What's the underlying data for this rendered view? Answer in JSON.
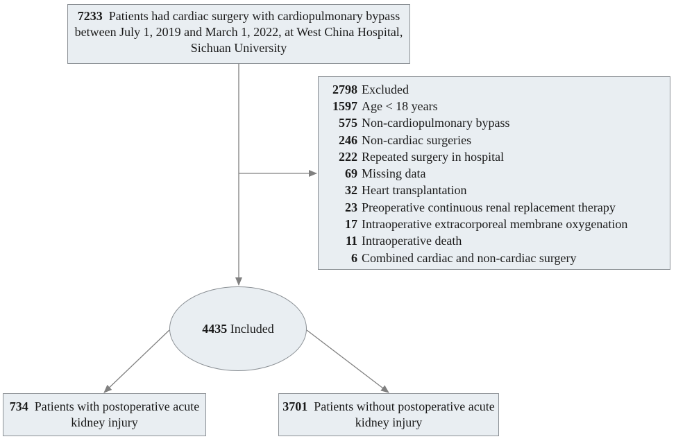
{
  "top": {
    "count": "7233",
    "text": "Patients had cardiac surgery with cardiopulmonary bypass between July 1, 2019 and March 1, 2022, at West China Hospital, Sichuan University"
  },
  "excluded": {
    "total_count": "2798",
    "total_label": "Excluded",
    "items": [
      {
        "count": "1597",
        "label": "Age < 18 years"
      },
      {
        "count": "575",
        "label": "Non-cardiopulmonary bypass"
      },
      {
        "count": "246",
        "label": "Non-cardiac surgeries"
      },
      {
        "count": "222",
        "label": "Repeated surgery in hospital"
      },
      {
        "count": "69",
        "label": "Missing data"
      },
      {
        "count": "32",
        "label": "Heart transplantation"
      },
      {
        "count": "23",
        "label": "Preoperative continuous renal replacement therapy"
      },
      {
        "count": "17",
        "label": "Intraoperative extracorporeal membrane oxygenation"
      },
      {
        "count": "11",
        "label": "Intraoperative death"
      },
      {
        "count": "6",
        "label": "Combined cardiac and non-cardiac surgery"
      }
    ]
  },
  "included": {
    "count": "4435",
    "label": "Included"
  },
  "aki": {
    "count": "734",
    "text": "Patients with postoperative acute kidney injury"
  },
  "no_aki": {
    "count": "3701",
    "text": "Patients without postoperative acute kidney injury"
  },
  "colors": {
    "box_fill": "#e9eef2",
    "border": "#8a8f94",
    "arrow": "#808080"
  }
}
